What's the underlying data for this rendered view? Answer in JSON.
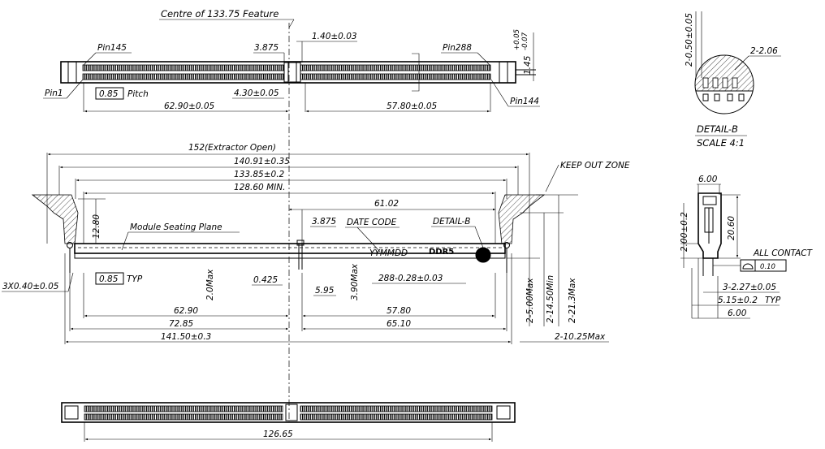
{
  "top_view": {
    "centre_note": "Centre of 133.75 Feature",
    "dim_3875": "3.875",
    "dim_140": "1.40±0.03",
    "tol_plus": "+0.05",
    "tol_minus": "-0.07",
    "dim_145": "1.45",
    "pin145": "Pin145",
    "pin288": "Pin288",
    "pin1": "Pin1",
    "pin144": "Pin144",
    "pitch_box": "0.85",
    "pitch_label": "Pitch",
    "dim_430": "4.30±0.05",
    "dim_6290": "62.90±0.05",
    "dim_5780": "57.80±0.05"
  },
  "front_view": {
    "extractor_open": "152(Extractor Open)",
    "dim_14091": "140.91±0.35",
    "dim_13385": "133.85±0.2",
    "dim_12860": "128.60 MIN.",
    "keep_out": "KEEP OUT ZONE",
    "dim_6102": "61.02",
    "dim_1280": "12.80",
    "seating_plane": "Module Seating Plane",
    "dim_3875": "3.875",
    "date_code": "DATE CODE",
    "detail_b": "DETAIL-B",
    "yymmdd": "YYMMDD",
    "ddr5": "DDR5",
    "dim_3x040": "3X0.40±0.05",
    "typ_box": "0.85",
    "typ_label": "TYP",
    "dim_20max": "2.0Max",
    "dim_0425": "0.425",
    "dim_390max": "3.90Max",
    "dim_288": "288-0.28±0.03",
    "dim_595": "5.95",
    "dim_2_500max": "2-5.00Max",
    "dim_2_1450min": "2-14.50Min",
    "dim_2_213max": "2-21.3Max",
    "dim_6290": "62.90",
    "dim_7285": "72.85",
    "dim_5780": "57.80",
    "dim_6510": "65.10",
    "dim_14150": "141.50±0.3",
    "dim_2_1025max": "2-10.25Max"
  },
  "bottom_view": {
    "dim_12665": "126.65"
  },
  "detail_b": {
    "dim_2_050": "2-0.50±0.05",
    "dim_2_206": "2-2.06",
    "title": "DETAIL-B",
    "scale": "SCALE 4:1"
  },
  "side_view": {
    "dim_600_top": "6.00",
    "dim_200": "2.00±0.2",
    "dim_2060": "20.60",
    "all_contact": "ALL CONTACT",
    "flatness_value": "0.10",
    "dim_3_227": "3-2.27±0.05",
    "dim_515": "5.15±0.2",
    "typ": "TYP",
    "dim_600_bottom": "6.00"
  }
}
